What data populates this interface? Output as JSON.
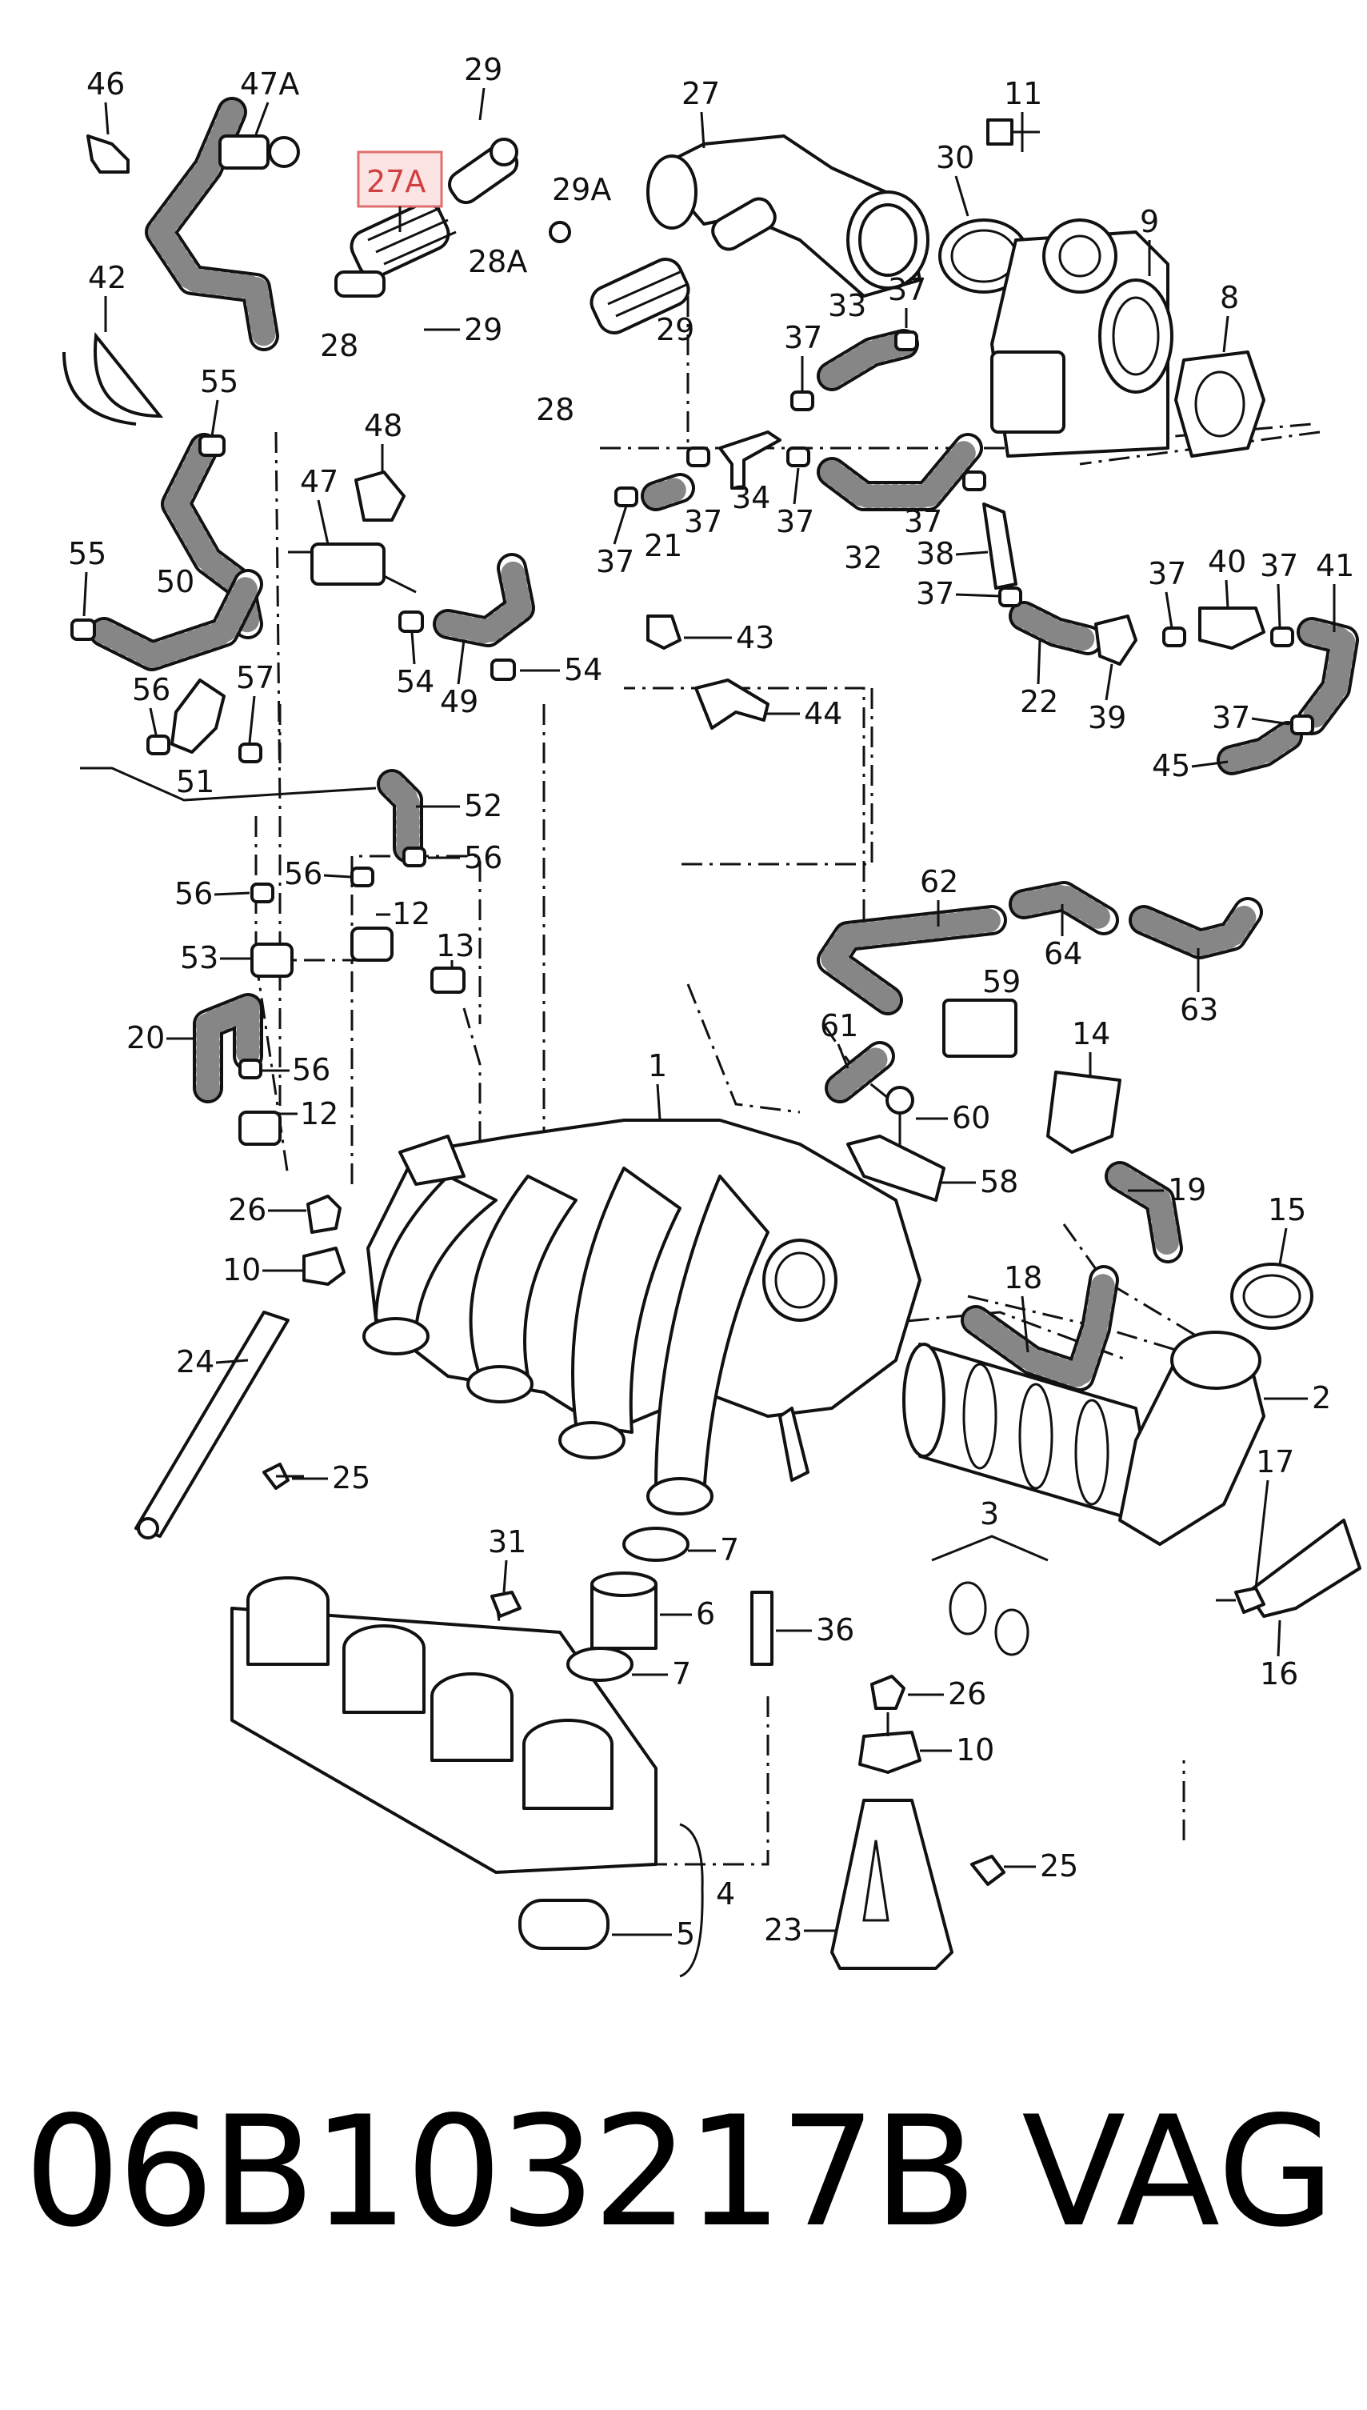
{
  "diagram": {
    "callouts": {
      "c46": "46",
      "c47a": "47A",
      "c29a": "29",
      "c27a": "27A",
      "c27": "27",
      "c11": "11",
      "c30": "30",
      "c9": "9",
      "c29ab": "29A",
      "c28a": "28A",
      "c8": "8",
      "c42": "42",
      "c28_1": "28",
      "c29_2": "29",
      "c29_3": "29",
      "c28_2": "28",
      "c33": "33",
      "c37_1": "37",
      "c37_2": "37",
      "c55_1": "55",
      "c48": "48",
      "c47": "47",
      "c37_3": "37",
      "c21": "21",
      "c37_4": "37",
      "c34": "34",
      "c37_5": "37",
      "c32": "32",
      "c37_6": "37",
      "c38": "38",
      "c37_7": "37",
      "c55_2": "55",
      "c50": "50",
      "c54_1": "54",
      "c49": "49",
      "c54_2": "54",
      "c43": "43",
      "c40": "40",
      "c37_8": "37",
      "c37_9": "37",
      "c41": "41",
      "c22": "22",
      "c39": "39",
      "c44": "44",
      "c37_10": "37",
      "c45": "45",
      "c56_1": "56",
      "c57": "57",
      "c51": "51",
      "c52": "52",
      "c56_2": "56",
      "c56_3": "56",
      "c56_4": "56",
      "c12_1": "12",
      "c53": "53",
      "c13": "13",
      "c62": "62",
      "c64": "64",
      "c63": "63",
      "c59": "59",
      "c14": "14",
      "c20": "20",
      "c56_5": "56",
      "c12_2": "12",
      "c61": "61",
      "c60": "60",
      "c1": "1",
      "c58": "58",
      "c19": "19",
      "c26_1": "26",
      "c15": "15",
      "c10_1": "10",
      "c18": "18",
      "c24": "24",
      "c2": "2",
      "c25_1": "25",
      "c17": "17",
      "c3": "3",
      "c31": "31",
      "c7_1": "7",
      "c6": "6",
      "c36": "36",
      "c7_2": "7",
      "c16": "16",
      "c26_2": "26",
      "c10_2": "10",
      "c25_2": "25",
      "c4": "4",
      "c23": "23",
      "c5": "5"
    }
  },
  "footer": {
    "part_number": "06B103217B",
    "brand": "VAG"
  },
  "colors": {
    "highlight_fill": "#fde4e4",
    "highlight_stroke": "#e07070",
    "highlight_text": "#d04040",
    "line": "#111111"
  }
}
